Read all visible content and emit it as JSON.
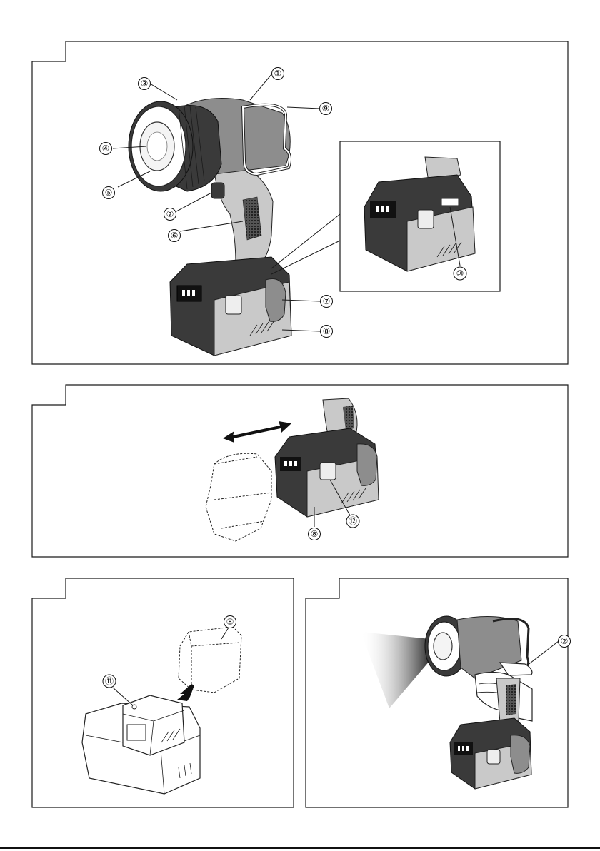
{
  "callouts": {
    "c1": "①",
    "c2": "②",
    "c3": "③",
    "c4": "④",
    "c5": "⑤",
    "c6": "⑥",
    "c7": "⑦",
    "c8": "⑧",
    "c9": "⑨",
    "c10": "⑩",
    "c11": "⑪",
    "c12": "⑫"
  },
  "figures": [
    "work-light-parts",
    "battery-attach-detach",
    "battery-charging",
    "light-operation"
  ]
}
